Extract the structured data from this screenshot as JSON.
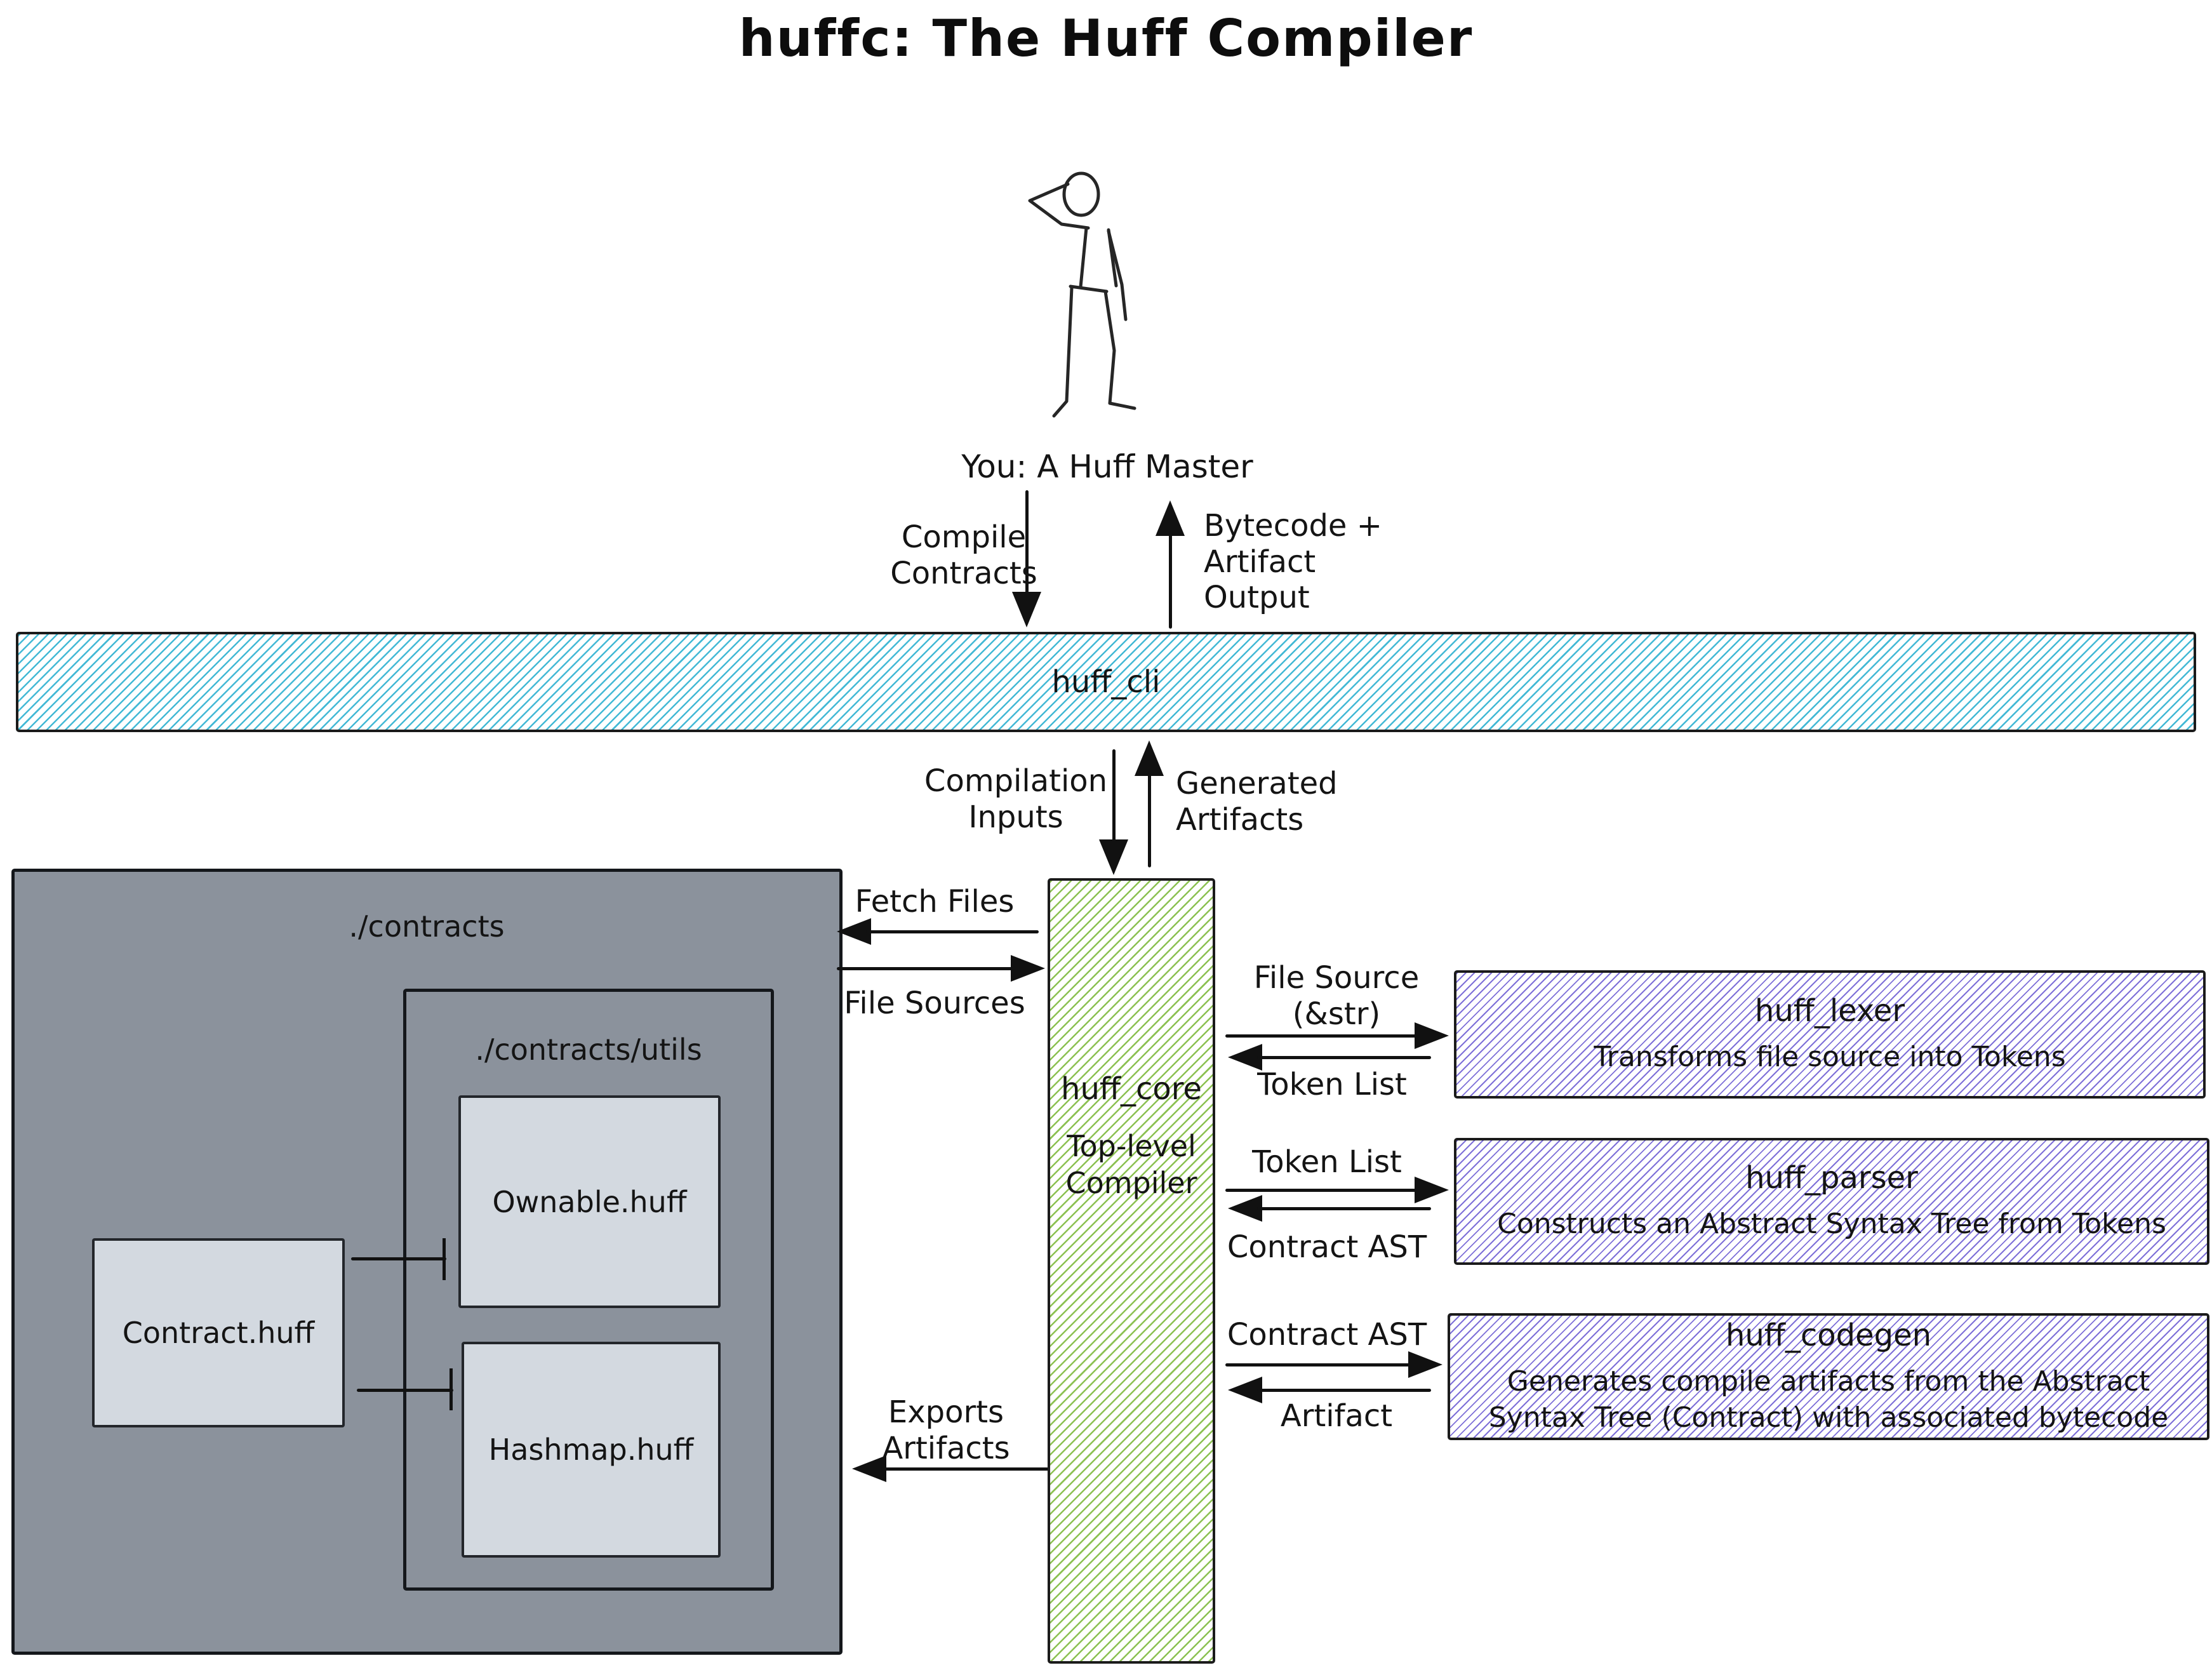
{
  "title": "huffc: The Huff Compiler",
  "actor": {
    "label": "You: A Huff Master"
  },
  "cli": {
    "label": "huff_cli"
  },
  "core": {
    "label": "huff_core",
    "sublabel": "Top-level\nCompiler"
  },
  "folder": {
    "label": "./contracts",
    "utils_label": "./contracts/utils",
    "files": {
      "contract": "Contract.huff",
      "ownable": "Ownable.huff",
      "hashmap": "Hashmap.huff"
    }
  },
  "edges": {
    "compile": "Compile\nContracts",
    "bytecode": "Bytecode +\nArtifact\nOutput",
    "compilation_inputs": "Compilation\nInputs",
    "generated_artifacts": "Generated\nArtifacts",
    "fetch_files": "Fetch Files",
    "file_sources": "File Sources",
    "exports_artifacts": "Exports\nArtifacts"
  },
  "modules": [
    {
      "name": "huff_lexer",
      "description": "Transforms file source into Tokens",
      "in_label": "File Source\n(&str)",
      "out_label": "Token List"
    },
    {
      "name": "huff_parser",
      "description": "Constructs an Abstract Syntax Tree from Tokens",
      "in_label": "Token List",
      "out_label": "Contract AST"
    },
    {
      "name": "huff_codegen",
      "description": "Generates compile artifacts from the Abstract Syntax Tree (Contract) with associated bytecode",
      "in_label": "Contract AST",
      "out_label": "Artifact"
    }
  ],
  "colors": {
    "cli_hatch": "#43b9d5",
    "core_hatch": "#8cc152",
    "module_hatch": "#7e70d8",
    "folder_fill": "#8b929c",
    "file_fill": "#d3d9e0",
    "ink": "#1b1b1b"
  }
}
